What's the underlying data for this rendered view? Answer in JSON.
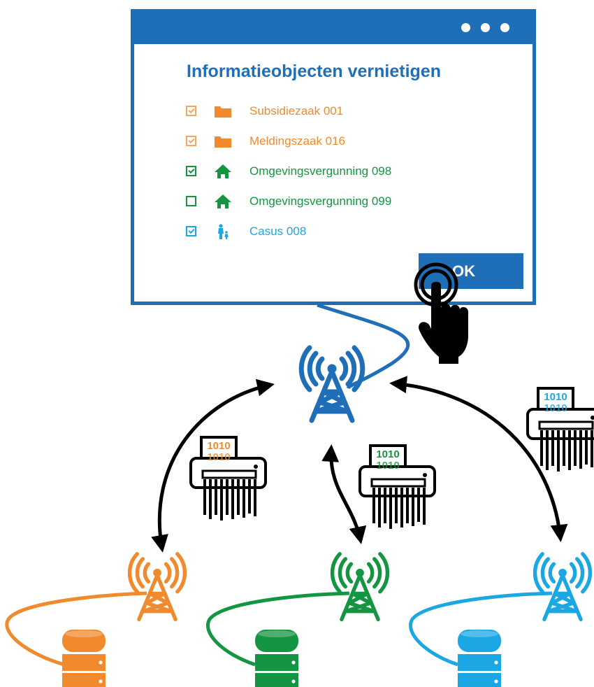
{
  "dialog": {
    "title": "Informatieobjecten vernietigen",
    "items": [
      {
        "label": "Subsidiezaak 001",
        "checked": true,
        "icon": "folder-icon",
        "color": "#f08a2c"
      },
      {
        "label": "Meldingszaak 016",
        "checked": true,
        "icon": "folder-icon",
        "color": "#f08a2c"
      },
      {
        "label": "Omgevingsvergunning 098",
        "checked": true,
        "icon": "house-icon",
        "color": "#149541"
      },
      {
        "label": "Omgevingsvergunning 099",
        "checked": false,
        "icon": "house-icon",
        "color": "#149541"
      },
      {
        "label": "Casus 008",
        "checked": true,
        "icon": "person-icon",
        "color": "#1aa7e4"
      }
    ],
    "ok_label": "OK",
    "accent": "#1f6fb8"
  },
  "shredder_text": "1010",
  "colors": {
    "central": "#1f6fb8",
    "orange": "#f08a2c",
    "green": "#149541",
    "cyan": "#1aa7e4",
    "arrow": "#000000"
  }
}
